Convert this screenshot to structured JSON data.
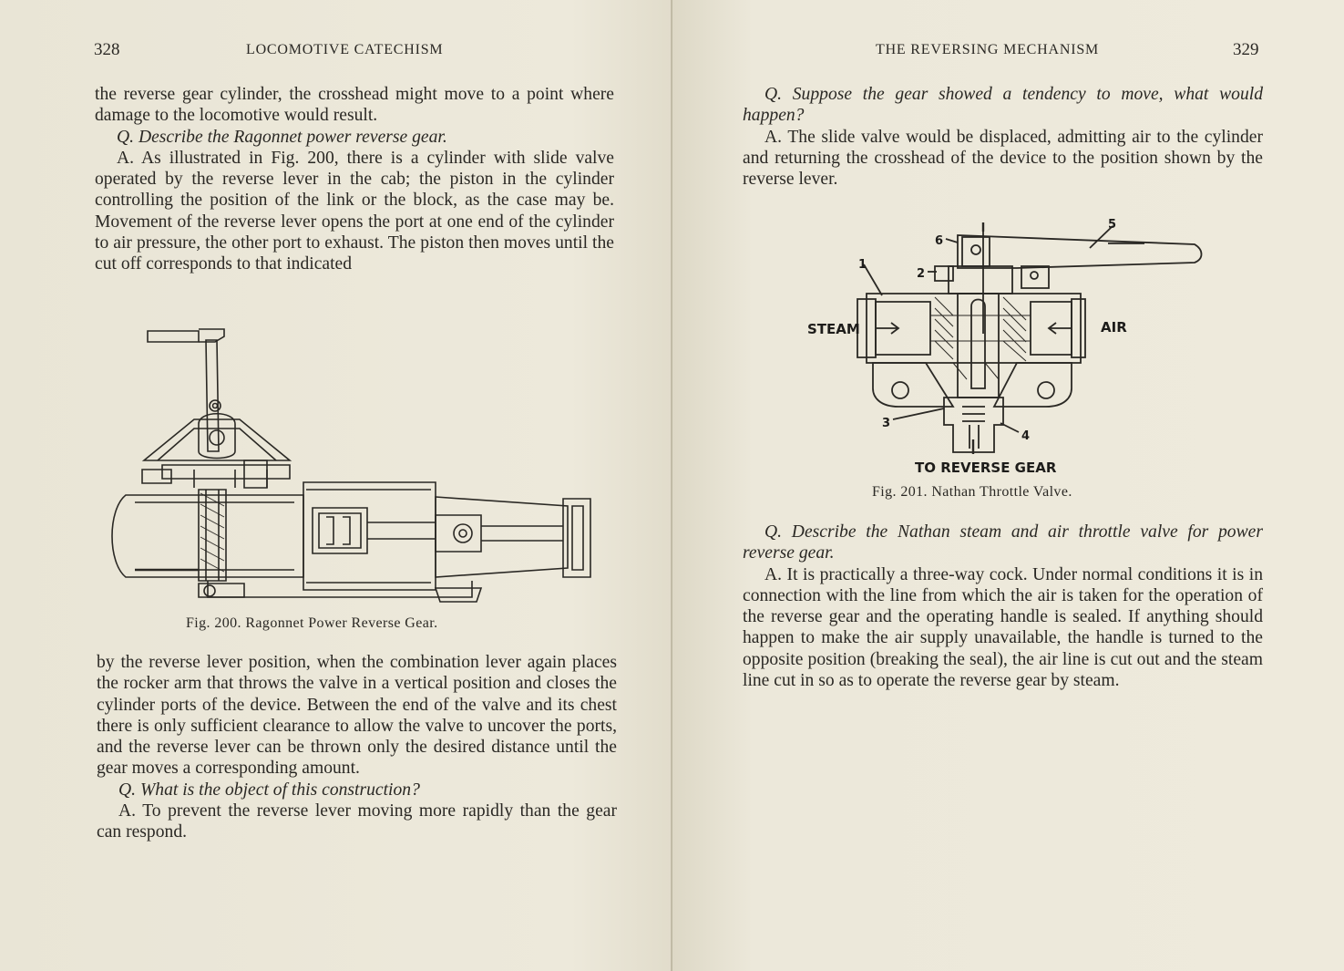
{
  "left_page": {
    "folio": "328",
    "running_head": "LOCOMOTIVE CATECHISM",
    "top_text": [
      "the reverse gear cylinder, the crosshead might move to a point where damage to the locomotive would result.",
      "Q. Describe the Ragonnet power reverse gear.",
      "A. As illustrated in Fig. 200, there is a cylinder with slide valve operated by the reverse lever in the cab; the piston in the cylinder controlling the position of the link or the block, as the case may be. Movement of the reverse lever opens the port at one end of the cylinder to air pressure, the other port to exhaust. The piston then moves until the cut off corresponds to that indicated"
    ],
    "figure_caption": "Fig. 200.   Ragonnet Power Reverse Gear.",
    "bottom_text": [
      "by the reverse lever position, when the combination lever again places the rocker arm that throws the valve in a vertical position and closes the cylinder ports of the device. Between the end of the valve and its chest there is only sufficient clearance to allow the valve to uncover the ports, and the reverse lever can be thrown only the desired distance until the gear moves a corresponding amount.",
      "Q. What is the object of this construction?",
      "A. To prevent the reverse lever moving more rapidly than the gear can respond."
    ]
  },
  "right_page": {
    "folio": "329",
    "running_head": "THE REVERSING MECHANISM",
    "top_text": [
      "Q. Suppose the gear showed a tendency to move, what would happen?",
      "A. The slide valve would be displaced, admitting air to the cylinder and returning the crosshead of the device to the position shown by the reverse lever."
    ],
    "figure_labels": {
      "steam": "STEAM",
      "air": "AIR",
      "to_reverse_gear": "TO REVERSE GEAR",
      "n1": "1",
      "n2": "2",
      "n3": "3",
      "n4": "4",
      "n5": "5",
      "n6": "6"
    },
    "figure_caption": "Fig. 201.   Nathan Throttle Valve.",
    "bottom_text": [
      "Q. Describe the Nathan steam and air throttle valve for power reverse gear.",
      "A. It is practically a three-way cock. Under normal conditions it is in connection with the line from which the air is taken for the operation of the reverse gear and the operating handle is sealed. If anything should happen to make the air supply unavailable, the handle is turned to the opposite position (breaking the seal), the air line is cut out and the steam line cut in so as to operate the reverse gear by steam."
    ]
  }
}
